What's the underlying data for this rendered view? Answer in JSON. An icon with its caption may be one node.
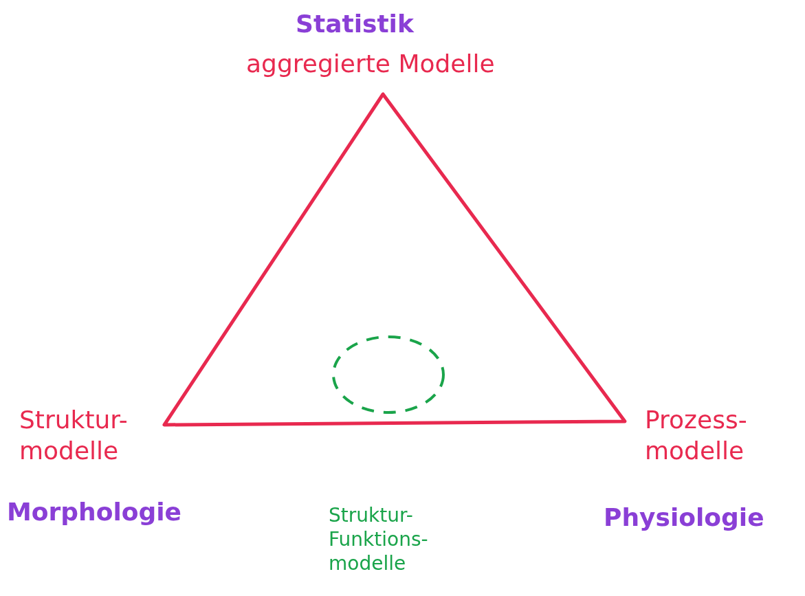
{
  "diagram": {
    "nodes": [
      {
        "text": [],
        "shape": "triangle"
      },
      {
        "text": [],
        "shape": "circle",
        "in": 0
      }
    ],
    "labels": [
      "Statistik",
      "aggregierte Modelle",
      "Struktur- modelle",
      "Prozess- modelle",
      "Morphologie",
      "Struktur- Funktions- modelle",
      "Physiologie"
    ]
  }
}
